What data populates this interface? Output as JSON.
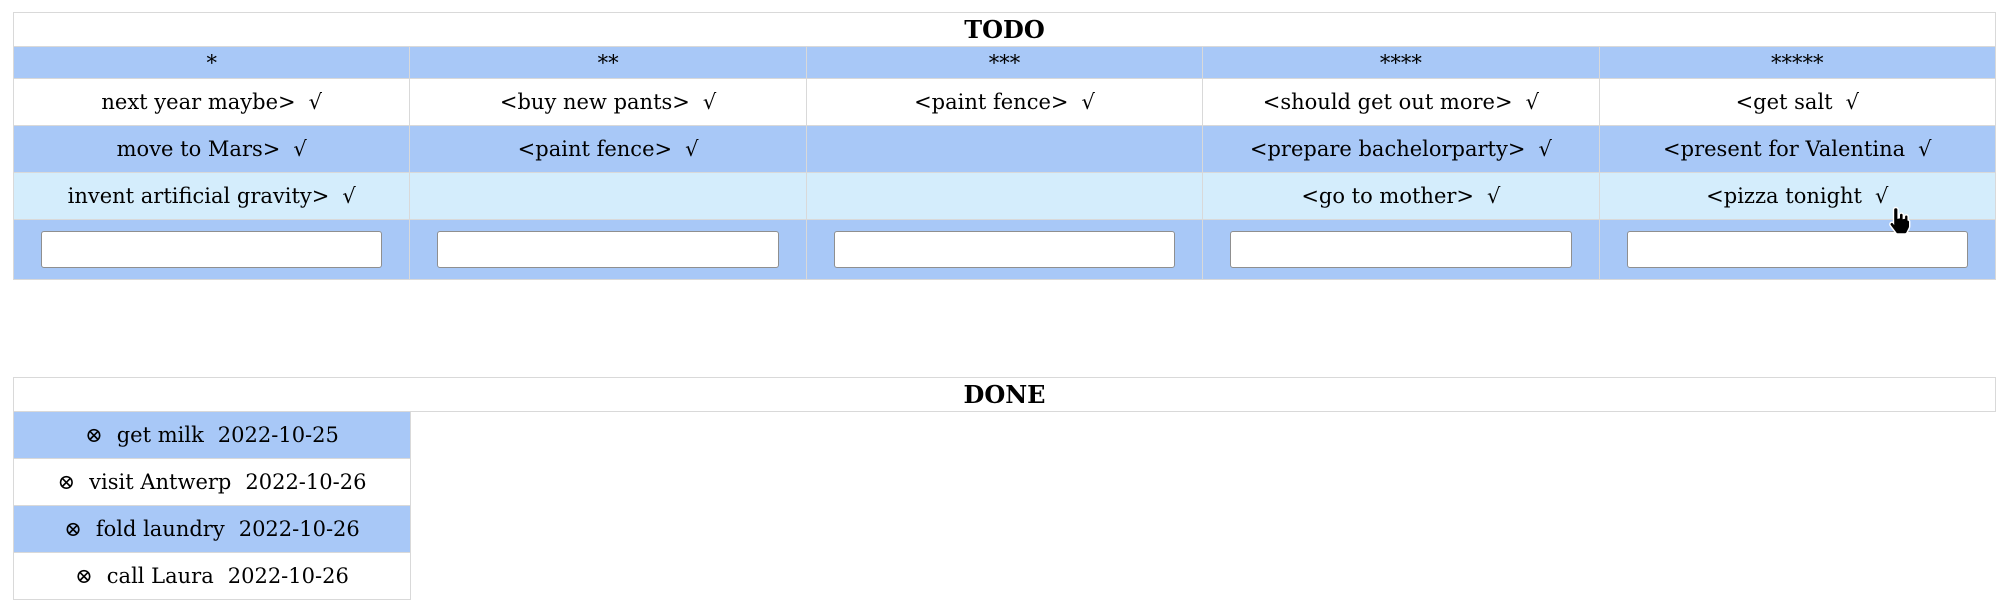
{
  "colors": {
    "row_blue": "#a8c8f7",
    "row_highlight": "#d4edfc",
    "cell_border": "#d9d9d9",
    "input_border": "#8f8f8f",
    "text": "#000000",
    "background": "#ffffff"
  },
  "icons": {
    "check": "√",
    "remove": "⊗",
    "cursor": "hand-pointer"
  },
  "todo": {
    "title": "TODO",
    "columns": [
      "*",
      "**",
      "***",
      "****",
      "*****"
    ],
    "rows": [
      [
        {
          "label": "next year maybe>",
          "check": "√"
        },
        {
          "label": "<buy new pants>",
          "check": "√"
        },
        {
          "label": "<paint fence>",
          "check": "√"
        },
        {
          "label": "<should get out more>",
          "check": "√"
        },
        {
          "label": "<get salt",
          "check": "√"
        }
      ],
      [
        {
          "label": "move to Mars>",
          "check": "√"
        },
        {
          "label": "<paint fence>",
          "check": "√"
        },
        {
          "label": "",
          "check": ""
        },
        {
          "label": "<prepare bachelorparty>",
          "check": "√"
        },
        {
          "label": "<present for Valentina",
          "check": "√"
        }
      ],
      [
        {
          "label": "invent artificial gravity>",
          "check": "√"
        },
        {
          "label": "",
          "check": ""
        },
        {
          "label": "",
          "check": ""
        },
        {
          "label": "<go to mother>",
          "check": "√"
        },
        {
          "label": "<pizza tonight",
          "check": "√"
        }
      ]
    ],
    "inputs": [
      "",
      "",
      "",
      "",
      ""
    ]
  },
  "done": {
    "title": "DONE",
    "items": [
      {
        "remove": "⊗",
        "label": "get milk",
        "date": "2022-10-25"
      },
      {
        "remove": "⊗",
        "label": "visit Antwerp",
        "date": "2022-10-26"
      },
      {
        "remove": "⊗",
        "label": "fold laundry",
        "date": "2022-10-26"
      },
      {
        "remove": "⊗",
        "label": "call Laura",
        "date": "2022-10-26"
      }
    ]
  }
}
